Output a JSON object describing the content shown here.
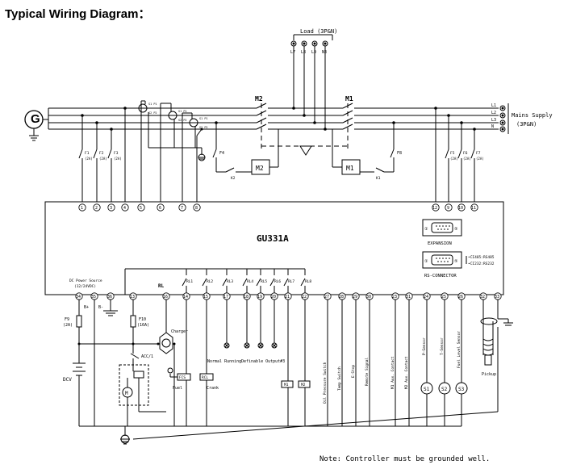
{
  "title": "Typical Wiring Diagram：",
  "load": {
    "label": "Load (3P&N)",
    "terminals": [
      "L7",
      "L8",
      "L9",
      "N3"
    ]
  },
  "mains": {
    "label1": "Mains Supply",
    "label2": "(3P&N)",
    "lines": [
      "L1",
      "L2",
      "L3",
      "N"
    ]
  },
  "generator": {
    "label": "G"
  },
  "contactors": {
    "m2": "M2",
    "m1": "M1",
    "k2": "K2",
    "k1": "K1",
    "f4": "F4",
    "f8": "F8"
  },
  "fuses_left": [
    {
      "name": "F1",
      "rating": "(2A)"
    },
    {
      "name": "F2",
      "rating": "(2A)"
    },
    {
      "name": "F3",
      "rating": "(2A)"
    }
  ],
  "fuses_right": [
    {
      "name": "F5",
      "rating": "(2A)"
    },
    {
      "name": "F6",
      "rating": "(2A)"
    },
    {
      "name": "F7",
      "rating": "(2A)"
    }
  ],
  "ct_labels": {
    "a_top": "S1 P1",
    "a_bot": "S2 P2",
    "b_top": "S1 P1",
    "b_bot": "S2 P2",
    "c_top": "S1 P1",
    "c_bot": "S2 P2"
  },
  "controller": {
    "name": "GU331A",
    "top_terminals": [
      "1",
      "2",
      "3",
      "4",
      "5",
      "6",
      "7",
      "8"
    ],
    "top_right_terminals": [
      "12",
      "9",
      "10",
      "11"
    ],
    "expansion_label": "EXPANSION",
    "rs_label": "RS-CONNECTOR",
    "rs_note1": "•CI485:RS485",
    "rs_note2": "•CI232:RS232",
    "port_pin_left": "①",
    "port_pin_right": "⑤",
    "port_pin_left_b": "①",
    "port_pin_right_b": "⑤",
    "bottom_terminals": [
      "34",
      "35",
      "36",
      "13",
      "16",
      "14",
      "15",
      "17",
      "18",
      "19",
      "20",
      "21",
      "22",
      "27",
      "28",
      "29",
      "30",
      "23",
      "31",
      "24",
      "25",
      "26",
      "32",
      "33"
    ],
    "relay_labels": [
      "RL1",
      "RL2",
      "RL3",
      "RL4",
      "RL5",
      "RL6",
      "RL7",
      "RL8"
    ],
    "rl_label": "RL"
  },
  "bottom": {
    "dc_power": "DC Power Source",
    "dc_voltage": "(12/24VDC)",
    "b_plus": "B+",
    "b_minus": "B-",
    "f9": "F9",
    "f9_rating": "(2A)",
    "f10": "F10",
    "f10_rating": "(16A)",
    "dcv": "DCV",
    "charger": "Charger",
    "acc": "ACC/1",
    "motor": "M",
    "fuel_box": "FCS",
    "fuel": "Fuel",
    "crank_box": "RCL",
    "crank": "Crank",
    "normal_running": "Normal Running",
    "definable": "Definable Output#3",
    "m1_box": "M1",
    "m2_box": "M2",
    "oil_pressure": "Oil Pressure Switch",
    "temp_switch": "Temp Switch",
    "e_stop": "E-Stop",
    "remote_signal": "Remote Signal",
    "m1_aux": "M1 Aux. Contact",
    "m2_aux": "M2 Aux. Contact",
    "p_sensor": "P-Sensor",
    "t_sensor": "T-Sensor",
    "fuel_sensor": "Fuel Level Sensor",
    "s1": "S1",
    "s2": "S2",
    "s3": "S3",
    "pickup": "Pickup"
  },
  "note": "Note: Controller must be grounded well."
}
